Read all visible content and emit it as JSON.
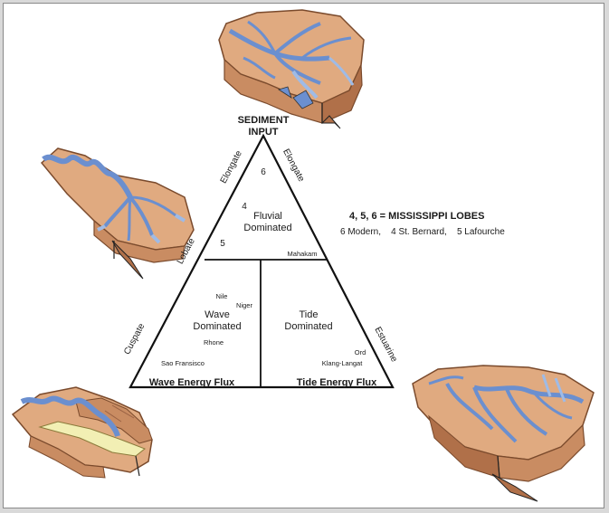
{
  "labels": {
    "sediment_input_line1": "SEDIMENT",
    "sediment_input_line2": "INPUT",
    "wave_energy_flux": "Wave Energy Flux",
    "tide_energy_flux": "Tide Energy Flux",
    "elongate_left": "Elongate",
    "elongate_right": "Elongate",
    "lobate": "Lobate",
    "cuspate": "Cuspate",
    "estuarine": "Estuarine"
  },
  "zones": {
    "fluvial_line1": "Fluvial",
    "fluvial_line2": "Dominated",
    "wave_line1": "Wave",
    "wave_line2": "Dominated",
    "tide_line1": "Tide",
    "tide_line2": "Dominated"
  },
  "lobe_numbers": {
    "n6": "6",
    "n4": "4",
    "n5": "5"
  },
  "deltas": {
    "mahakam": "Mahakam",
    "nile": "Nile",
    "niger": "Niger",
    "rhone": "Rhone",
    "sao_fransisco": "Sao Fransisco",
    "ord": "Ord",
    "klang_langat": "Klang-Langat"
  },
  "legend": {
    "title": "4, 5, 6 = MISSISSIPPI LOBES",
    "line": "6 Modern,    4 St. Bernard,    5 Lafourche"
  },
  "colors": {
    "land": "#e0aa80",
    "land_dark": "#c98c62",
    "land_edge": "#b07049",
    "water": "#6b8fcf",
    "water_light": "#9fbbe6",
    "sand": "#f2efb4",
    "outline": "#222222"
  }
}
